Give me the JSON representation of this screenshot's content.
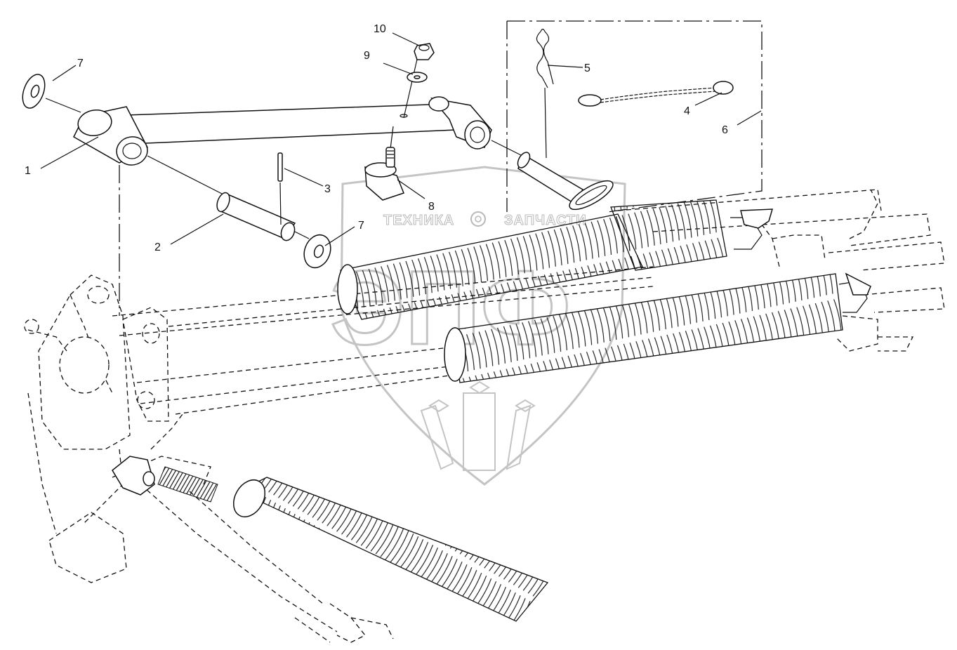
{
  "watermark": {
    "left_text": "ТЕХНИКА",
    "right_text": "ЗАПЧАСТИ",
    "logo_letters": "ЭПФ"
  },
  "colors": {
    "line": "#111111",
    "watermark": "#c4c4c4",
    "background": "#ffffff"
  },
  "callouts": [
    {
      "id": "1",
      "text": "1"
    },
    {
      "id": "2",
      "text": "2"
    },
    {
      "id": "3",
      "text": "3"
    },
    {
      "id": "4",
      "text": "4"
    },
    {
      "id": "5",
      "text": "5"
    },
    {
      "id": "6",
      "text": "6"
    },
    {
      "id": "7a",
      "text": "7"
    },
    {
      "id": "7b",
      "text": "7"
    },
    {
      "id": "8",
      "text": "8"
    },
    {
      "id": "9",
      "text": "9"
    },
    {
      "id": "10",
      "text": "10"
    }
  ]
}
